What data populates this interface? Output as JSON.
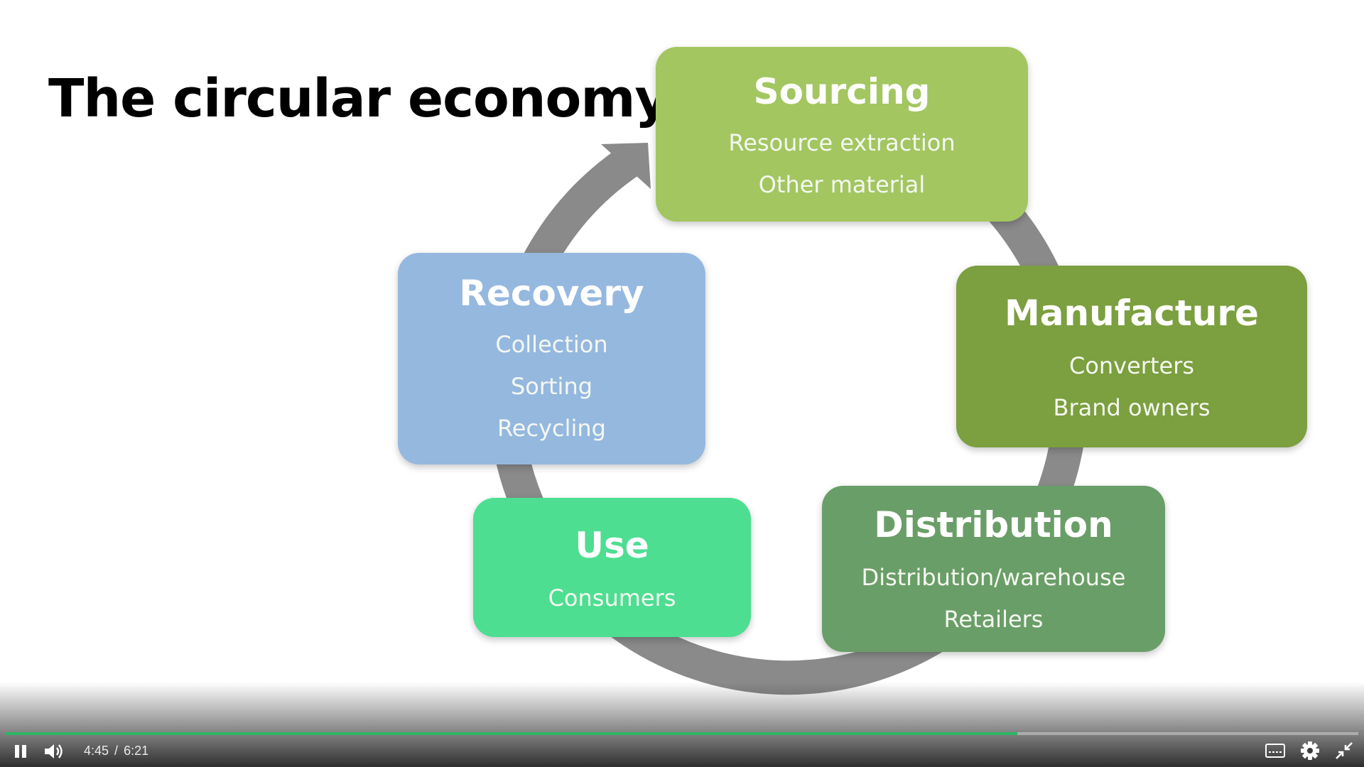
{
  "slide": {
    "title": "The circular economy",
    "ring_color": "#8a8a8a",
    "stages": {
      "sourcing": {
        "title": "Sourcing",
        "items": [
          "Resource extraction",
          "Other material"
        ],
        "color": "#a3c661"
      },
      "manufacture": {
        "title": "Manufacture",
        "items": [
          "Converters",
          "Brand owners"
        ],
        "color": "#7c9f3f"
      },
      "distribution": {
        "title": "Distribution",
        "items": [
          "Distribution/warehouse",
          "Retailers"
        ],
        "color": "#6a9e68"
      },
      "use": {
        "title": "Use",
        "items": [
          "Consumers"
        ],
        "color": "#4dde92"
      },
      "recovery": {
        "title": "Recovery",
        "items": [
          "Collection",
          "Sorting",
          "Recycling"
        ],
        "color": "#95b8df"
      }
    }
  },
  "player": {
    "current_time": "4:45",
    "separator": "/",
    "duration": "6:21",
    "progress_fraction": 0.748,
    "progress_color": "#2db565",
    "icons": [
      "pause-icon",
      "volume-icon",
      "captions-icon",
      "settings-icon",
      "exit-fullscreen-icon"
    ]
  }
}
